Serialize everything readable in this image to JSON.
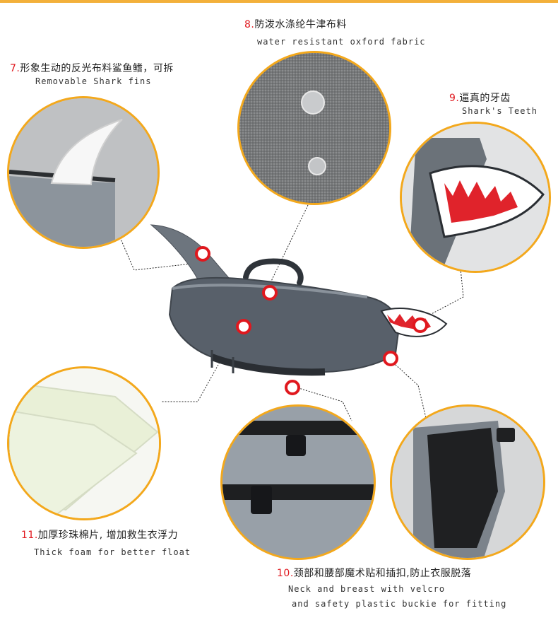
{
  "colors": {
    "accent_ring": "#f3a81c",
    "marker": "#e0181e",
    "vest_body": "#58606a",
    "vest_trim": "#8a929b",
    "mouth_red": "#e0232b"
  },
  "callouts": [
    {
      "id": "fin",
      "num": "7.",
      "cn": "形象生动的反光布料鲨鱼鳍，可拆",
      "en": "Removable Shark fins"
    },
    {
      "id": "fabric",
      "num": "8.",
      "cn": "防泼水涤纶牛津布料",
      "en": "water resistant oxford fabric"
    },
    {
      "id": "teeth",
      "num": "9.",
      "cn": "逼真的牙齿",
      "en": "Shark's Teeth"
    },
    {
      "id": "buckle",
      "num": "10.",
      "cn": "颈部和腰部魔术贴和插扣,防止衣服脱落",
      "en_line1": "Neck and breast with velcro",
      "en_line2": "and safety plastic buckie for fitting"
    },
    {
      "id": "foam",
      "num": "11.",
      "cn": "加厚珍珠棉片, 增加救生衣浮力",
      "en": "Thick foam for better float"
    }
  ]
}
